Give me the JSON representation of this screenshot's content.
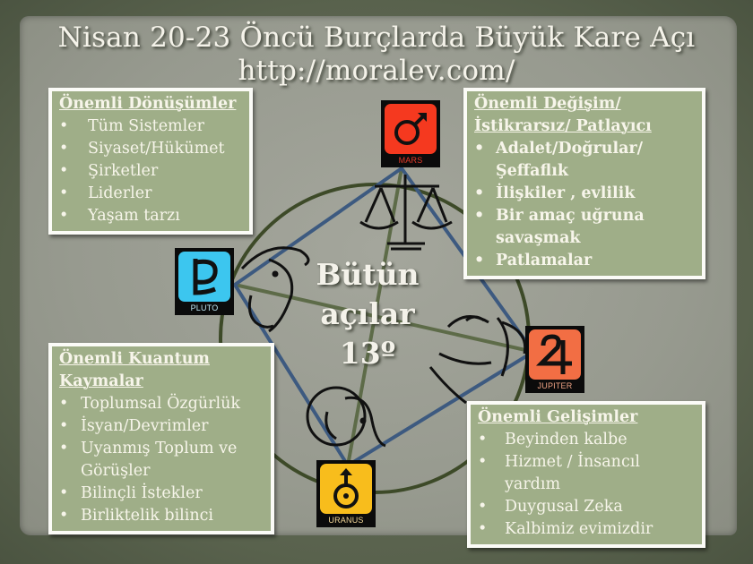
{
  "title": {
    "line1": "Nisan 20-23  Öncü Burçlarda Büyük Kare Açı",
    "line2": "http://moralev.com/"
  },
  "center": {
    "line1": "Bütün",
    "line2": "açılar",
    "line3": "13º"
  },
  "planets": {
    "mars": {
      "label": "MARS",
      "symbol": "♂",
      "color": "#f5391f",
      "label_color": "#e43b2a"
    },
    "pluto": {
      "label": "PLUTO",
      "symbol": "♇",
      "color": "#3cc6ef",
      "label_color": "#bfe8f6"
    },
    "jupiter": {
      "label": "JUPITER",
      "symbol": "♃",
      "color": "#f26e44",
      "label_color": "#f0a485"
    },
    "uranus": {
      "label": "URANUS",
      "symbol": "♅",
      "color": "#f8bd1c",
      "label_color": "#f5d99a"
    }
  },
  "zodiac": {
    "top": "libra-icon",
    "left": "capricorn-icon",
    "right": "cancer-icon",
    "bottom": "aries-icon"
  },
  "cards": {
    "transformations": {
      "heading": "Önemli Dönüşümler",
      "items": [
        "Tüm Sistemler",
        "Siyaset/Hükümet",
        "Şirketler",
        "Liderler",
        "Yaşam tarzı"
      ]
    },
    "changes": {
      "heading_line1": "Önemli Değişim/",
      "heading_line2": "İstikrarsız/ Patlayıcı",
      "items": [
        "Adalet/Doğrular/ Şeffaflık",
        "İlişkiler , evlilik",
        "Bir amaç uğruna savaşmak",
        "Patlamalar"
      ]
    },
    "quantum": {
      "heading_line1": "Önemli  Kuantum",
      "heading_line2": "Kaymalar",
      "items": [
        "Toplumsal Özgürlük",
        "İsyan/Devrimler",
        "Uyanmış Toplum ve Görüşler",
        "Bilinçli İstekler",
        "Birliktelik bilinci"
      ]
    },
    "developments": {
      "heading": "Önemli Gelişimler",
      "items": [
        "Beyinden kalbe",
        "Hizmet / İnsancıl yardım",
        "Duygusal Zeka",
        "Kalbimiz evimizdir"
      ]
    }
  },
  "colors": {
    "card_bg": "#9fae88",
    "square_line": "#3d5a80",
    "circle_line": "#3d4a28",
    "cross_line": "#5d6b48"
  }
}
